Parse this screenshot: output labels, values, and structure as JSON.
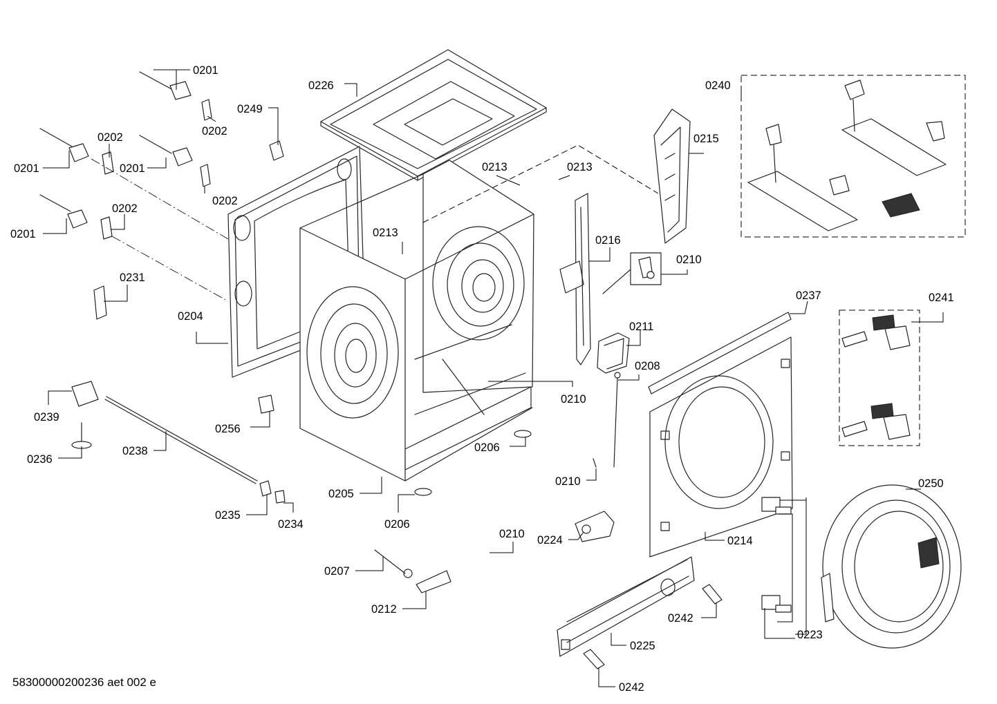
{
  "document_code": "58300000200236 aet 002 e",
  "callouts": [
    {
      "id": "c1",
      "text": "0201"
    },
    {
      "id": "c2",
      "text": "0202"
    },
    {
      "id": "c3",
      "text": "0202"
    },
    {
      "id": "c4",
      "text": "0201"
    },
    {
      "id": "c5",
      "text": "0201"
    },
    {
      "id": "c6",
      "text": "0202"
    },
    {
      "id": "c7",
      "text": "0202"
    },
    {
      "id": "c8",
      "text": "0201"
    },
    {
      "id": "c9",
      "text": "0226"
    },
    {
      "id": "c10",
      "text": "0249"
    },
    {
      "id": "c11",
      "text": "0231"
    },
    {
      "id": "c12",
      "text": "0204"
    },
    {
      "id": "c13",
      "text": "0213"
    },
    {
      "id": "c14",
      "text": "0213"
    },
    {
      "id": "c15",
      "text": "0213"
    },
    {
      "id": "c16",
      "text": "0215"
    },
    {
      "id": "c17",
      "text": "0240"
    },
    {
      "id": "c18",
      "text": "0216"
    },
    {
      "id": "c19",
      "text": "0210"
    },
    {
      "id": "c20",
      "text": "0237"
    },
    {
      "id": "c21",
      "text": "0241"
    },
    {
      "id": "c22",
      "text": "0211"
    },
    {
      "id": "c23",
      "text": "0208"
    },
    {
      "id": "c24",
      "text": "0210"
    },
    {
      "id": "c25",
      "text": "0239"
    },
    {
      "id": "c26",
      "text": "0256"
    },
    {
      "id": "c27",
      "text": "0236"
    },
    {
      "id": "c28",
      "text": "0238"
    },
    {
      "id": "c29",
      "text": "0206"
    },
    {
      "id": "c30",
      "text": "0210"
    },
    {
      "id": "c31",
      "text": "0205"
    },
    {
      "id": "c32",
      "text": "0235"
    },
    {
      "id": "c33",
      "text": "0234"
    },
    {
      "id": "c34",
      "text": "0206"
    },
    {
      "id": "c35",
      "text": "0250"
    },
    {
      "id": "c36",
      "text": "0210"
    },
    {
      "id": "c37",
      "text": "0224"
    },
    {
      "id": "c38",
      "text": "0214"
    },
    {
      "id": "c39",
      "text": "0207"
    },
    {
      "id": "c40",
      "text": "0212"
    },
    {
      "id": "c41",
      "text": "0242"
    },
    {
      "id": "c42",
      "text": "0223"
    },
    {
      "id": "c43",
      "text": "0225"
    },
    {
      "id": "c44",
      "text": "0242"
    }
  ]
}
